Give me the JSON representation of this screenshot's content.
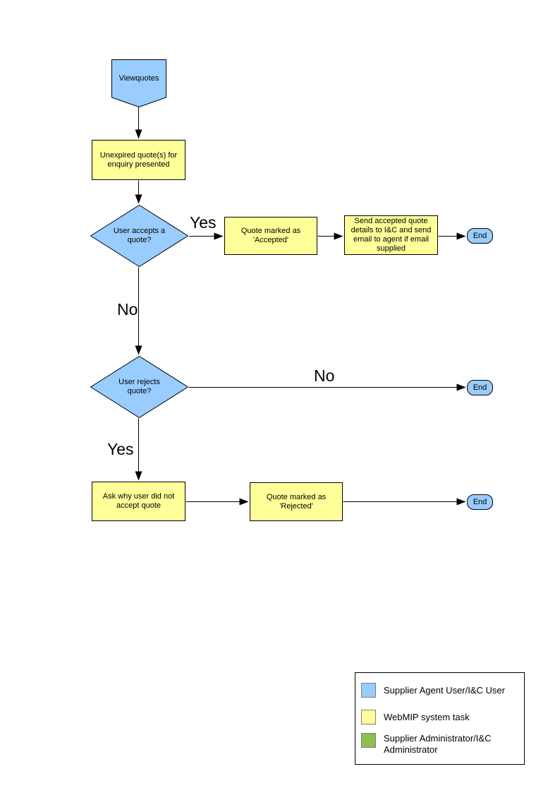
{
  "colors": {
    "user_shape": "#99CCFF",
    "system_task": "#FFFF99",
    "admin_shape": "#8CBF4D",
    "line": "#000000"
  },
  "flow": {
    "start": "Viewquotes",
    "unexpired_box": "Unexpired quote(s) for enquiry presented",
    "accept_decision": "User accepts a quote?",
    "accepted_box": "Quote marked as 'Accepted'",
    "send_box": "Send accepted quote details to I&C and send email to agent if email supplied",
    "reject_decision": "User rejects quote?",
    "ask_box": "Ask why user did not accept quote",
    "rejected_box": "Quote marked as 'Rejected'",
    "end_label": "End",
    "labels": {
      "yes_accept": "Yes",
      "no_accept": "No",
      "no_reject": "No",
      "yes_reject": "Yes"
    }
  },
  "legend": {
    "items": [
      {
        "label": "Supplier Agent User/I&C User",
        "color": "#99CCFF"
      },
      {
        "label": "WebMIP system task",
        "color": "#FFFF99"
      },
      {
        "label": "Supplier Administrator/I&C Administrator",
        "color": "#8CBF4D"
      }
    ]
  }
}
